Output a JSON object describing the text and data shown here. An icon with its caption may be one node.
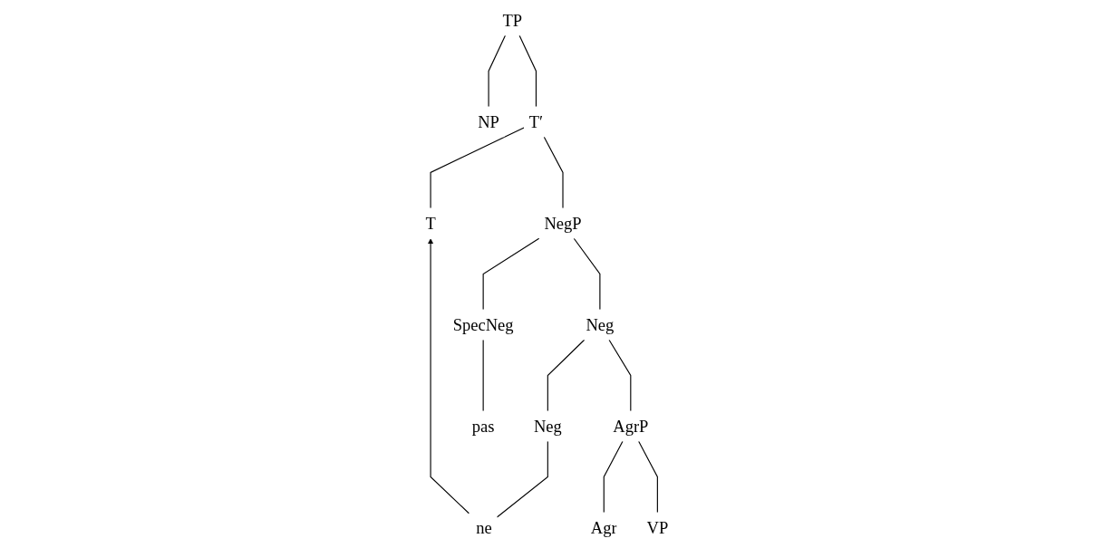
{
  "diagram": {
    "nodes": [
      {
        "text": [
          "TP"
        ]
      },
      {
        "text": [
          "NP"
        ]
      },
      {
        "text": [
          "T′"
        ]
      },
      {
        "text": [
          "T"
        ]
      },
      {
        "text": [
          "NegP"
        ]
      },
      {
        "text": [
          "SpecNeg"
        ]
      },
      {
        "text": [
          "Neg"
        ]
      },
      {
        "text": [
          "pas"
        ]
      },
      {
        "text": [
          "Neg"
        ]
      },
      {
        "text": [
          "AgrP"
        ]
      },
      {
        "text": [
          "ne"
        ]
      },
      {
        "text": [
          "Agr"
        ]
      },
      {
        "text": [
          "VP"
        ]
      }
    ],
    "edges": [
      {
        "from": 0,
        "to": 1,
        "arrow": "none"
      },
      {
        "from": 0,
        "to": 2,
        "arrow": "none"
      },
      {
        "from": 2,
        "to": 3,
        "arrow": "none"
      },
      {
        "from": 2,
        "to": 4,
        "arrow": "none"
      },
      {
        "from": 4,
        "to": 5,
        "arrow": "none"
      },
      {
        "from": 4,
        "to": 6,
        "arrow": "none"
      },
      {
        "from": 5,
        "to": 7,
        "arrow": "none"
      },
      {
        "from": 6,
        "to": 8,
        "arrow": "none"
      },
      {
        "from": 6,
        "to": 9,
        "arrow": "none"
      },
      {
        "from": 8,
        "to": 10,
        "arrow": "none"
      },
      {
        "from": 9,
        "to": 11,
        "arrow": "none"
      },
      {
        "from": 9,
        "to": 12,
        "arrow": "none"
      },
      {
        "from": 10,
        "to": 3,
        "arrow": "to"
      }
    ]
  }
}
